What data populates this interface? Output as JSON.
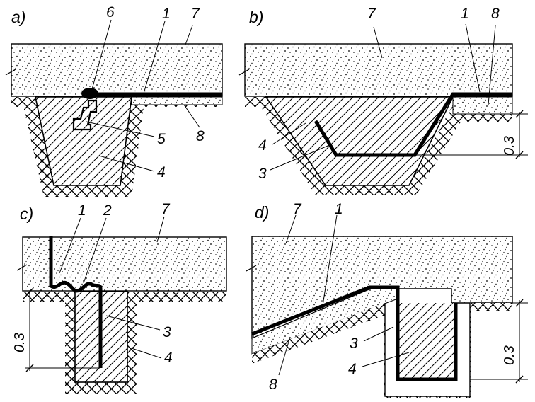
{
  "panels": {
    "a": {
      "label": "a)",
      "callouts": {
        "n6": "6",
        "n1": "1",
        "n7": "7",
        "n5": "5",
        "n8": "8",
        "n4": "4"
      }
    },
    "b": {
      "label": "b)",
      "callouts": {
        "n7": "7",
        "n1": "1",
        "n8": "8",
        "n4": "4",
        "n3": "3"
      },
      "dimension": "0.3"
    },
    "c": {
      "label": "c)",
      "callouts": {
        "n1": "1",
        "n2": "2",
        "n7": "7",
        "n3": "3",
        "n4": "4"
      },
      "dimension": "0.3"
    },
    "d": {
      "label": "d)",
      "callouts": {
        "n7": "7",
        "n1": "1",
        "n3": "3",
        "n4": "4",
        "n8": "8"
      },
      "dimension": "0.3"
    }
  },
  "colors": {
    "ink": "#000000",
    "paper": "#ffffff"
  }
}
